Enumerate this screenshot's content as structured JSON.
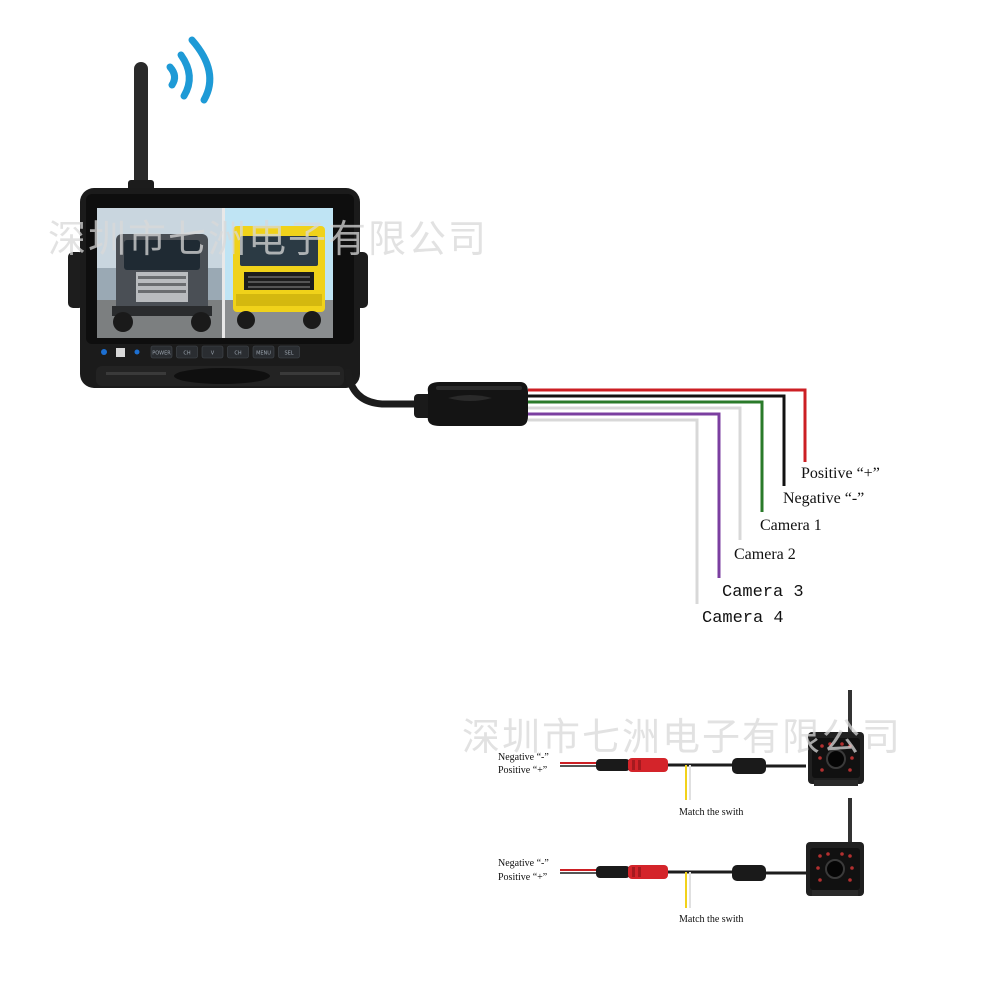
{
  "watermark": {
    "top_text": "深圳市七洲电子有限公司",
    "bottom_text": "深圳市七洲电子有限公司"
  },
  "icons": {
    "wifi": "wireless-signal-icon"
  },
  "colors": {
    "wifi_blue": "#1e9ad6",
    "wire_red": "#cc1f24",
    "wire_black": "#111111",
    "wire_green": "#2a7a2a",
    "wire_white": "#d8d8d8",
    "wire_purple": "#7b3fa0",
    "wire_yellow": "#f2d21a"
  },
  "monitor": {
    "buttons": [
      "POWER",
      "CH",
      "V",
      "CH",
      "MENU",
      "SEL"
    ]
  },
  "wires": {
    "positive": "Positive “+”",
    "negative": "Negative “-”",
    "camera1": "Camera 1",
    "camera2": "Camera 2",
    "camera3": "Camera 3",
    "camera4": "Camera 4"
  },
  "cameras": [
    {
      "negative": "Negative “-”",
      "positive": "Positive “+”",
      "note": "Match the swith"
    },
    {
      "negative": "Negative “-”",
      "positive": "Positive “+”",
      "note": "Match the swith"
    }
  ]
}
